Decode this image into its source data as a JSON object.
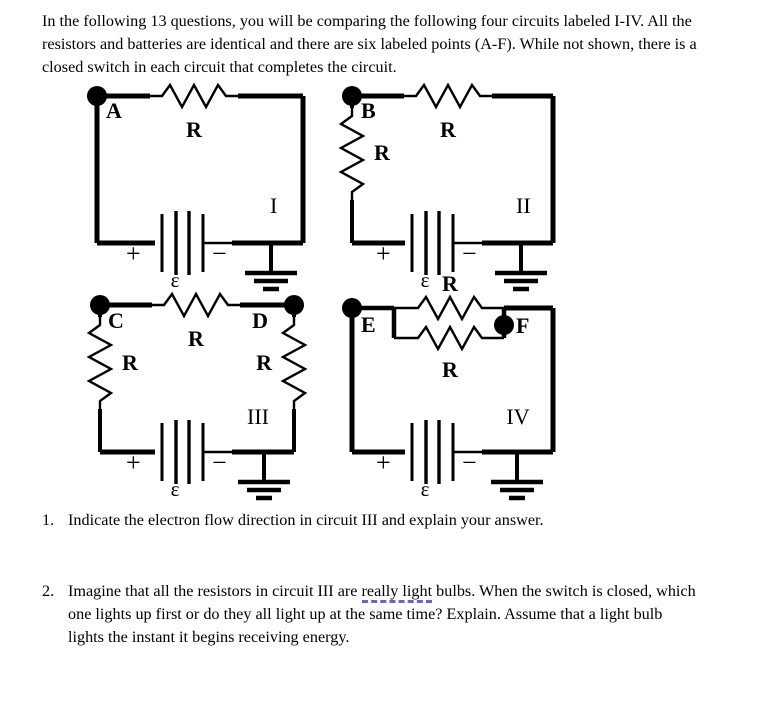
{
  "document": {
    "intro": "In the following 13 questions, you will be comparing the following four circuits labeled I-IV. All the resistors and batteries are identical and there are six labeled points (A-F). While not shown, there is a closed switch in each circuit that completes the circuit."
  },
  "figure": {
    "circuits": [
      {
        "id": "circuit-1",
        "numeral": "I",
        "nodes": [
          "A"
        ],
        "resistor_labels": [
          "R"
        ],
        "battery_label": "ε",
        "battery_plus": "+",
        "battery_minus": "−",
        "resistor_count": 1,
        "topology": "single series resistor"
      },
      {
        "id": "circuit-2",
        "numeral": "II",
        "nodes": [
          "B"
        ],
        "resistor_labels": [
          "R",
          "R"
        ],
        "battery_label": "ε",
        "battery_plus": "+",
        "battery_minus": "−",
        "resistor_count": 2,
        "topology": "two resistors in series"
      },
      {
        "id": "circuit-3",
        "numeral": "III",
        "nodes": [
          "C",
          "D"
        ],
        "resistor_labels": [
          "R",
          "R",
          "R"
        ],
        "battery_label": "ε",
        "battery_plus": "+",
        "battery_minus": "−",
        "resistor_count": 3,
        "topology": "three resistors in series"
      },
      {
        "id": "circuit-4",
        "numeral": "IV",
        "nodes": [
          "E",
          "F"
        ],
        "resistor_labels": [
          "R",
          "R"
        ],
        "battery_label": "ε",
        "battery_plus": "+",
        "battery_minus": "−",
        "resistor_count": 2,
        "topology": "two resistors in parallel"
      }
    ],
    "ground_symbol": "ground"
  },
  "questions": [
    {
      "number": "1.",
      "text": "Indicate the electron flow direction in circuit III and explain your answer."
    },
    {
      "number": "2.",
      "part_a": "Imagine that all the resistors in circuit III are ",
      "misspelled": "really light",
      "part_b": " bulbs. When the switch is closed, which one lights up first or do they all light up at the same time? Explain. Assume that a light bulb lights the instant it begins receiving energy."
    }
  ],
  "colors": {
    "ink": "#000000",
    "paper": "#ffffff",
    "spellcheck_underline": "#6a63c8"
  }
}
